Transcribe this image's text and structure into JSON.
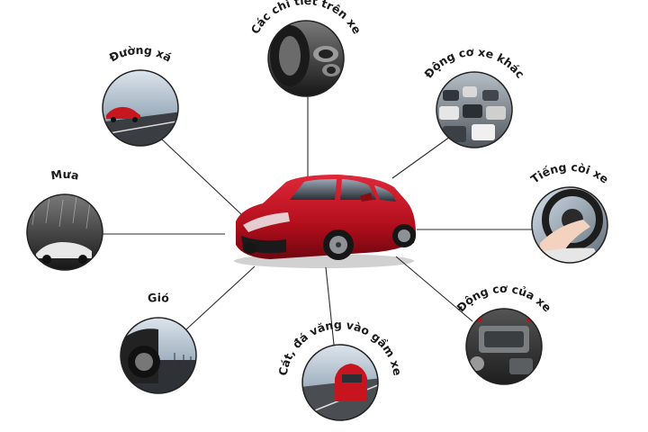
{
  "center": {
    "name": "car-photo",
    "icon": "red-hatchback-car",
    "color": "#c0121c"
  },
  "nodes": [
    {
      "id": "road",
      "label": "Đường xá",
      "icon": "road-car-photo"
    },
    {
      "id": "parts",
      "label": "Các chi tiết trên xe",
      "icon": "tire-exhaust-photo"
    },
    {
      "id": "other-engines",
      "label": "Động cơ xe khác",
      "icon": "traffic-jam-photo"
    },
    {
      "id": "rain",
      "label": "Mưa",
      "icon": "rainy-car-photo"
    },
    {
      "id": "horn",
      "label": "Tiếng còi xe",
      "icon": "steering-horn-photo"
    },
    {
      "id": "wind",
      "label": "Gió",
      "icon": "wheel-wind-photo"
    },
    {
      "id": "gravel",
      "label": "Cát, đá văng vào gầm xe",
      "icon": "car-on-road-photo"
    },
    {
      "id": "own-engine",
      "label": "Động cơ của xe",
      "icon": "engine-bay-photo"
    }
  ]
}
